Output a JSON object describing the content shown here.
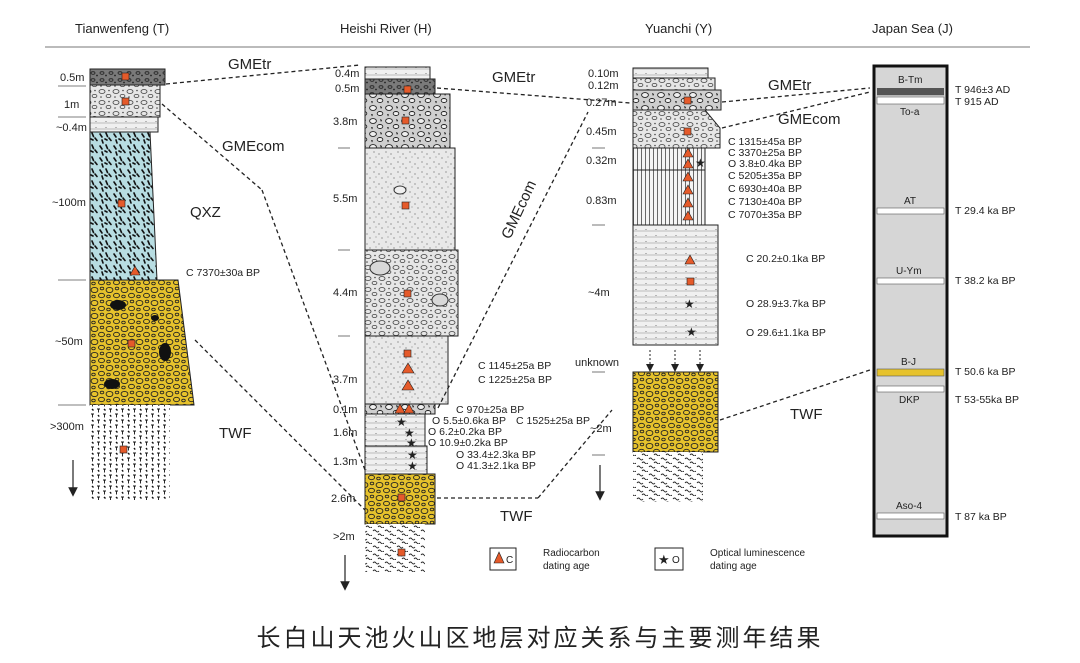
{
  "columns": {
    "t": {
      "title": "Tianwenfeng (T)",
      "thk": [
        "0.5m",
        "1m",
        "~0.4m",
        "~100m",
        "~50m",
        ">300m"
      ],
      "units": {
        "qxz": "QXZ"
      },
      "ages": [
        "C 7370±30a BP"
      ]
    },
    "h": {
      "title": "Heishi River (H)",
      "thk": [
        "0.4m",
        "0.5m",
        "3.8m",
        "5.5m",
        "4.4m",
        "3.7m",
        "0.1m",
        "1.6m",
        "1.3m",
        "2.6m",
        ">2m"
      ],
      "ages": [
        "C 1145±25a BP",
        "C 1225±25a BP",
        "C 970±25a BP",
        "C 1525±25a BP",
        "O 5.5±0.6ka BP",
        "O 6.2±0.2ka BP",
        "O 10.9±0.2ka BP",
        "O 33.4±2.3ka BP",
        "O 41.3±2.1ka BP"
      ]
    },
    "y": {
      "title": "Yuanchi (Y)",
      "thk": [
        "0.10m",
        "0.12m",
        "0.27m",
        "0.45m",
        "0.32m",
        "0.83m",
        "~4m",
        "unknown",
        "~2m"
      ],
      "ages": [
        "C 1315±45a BP",
        "C 3370±25a BP",
        "O 3.8±0.4ka BP",
        "C 5205±35a BP",
        "C 6930±40a BP",
        "C 7130±40a BP",
        "C 7070±35a BP",
        "C 20.2±0.1ka BP",
        "O 28.9±3.7ka BP",
        "O 29.6±1.1ka BP"
      ]
    },
    "j": {
      "title": "Japan Sea (J)",
      "tephra": [
        "B-Tm",
        "To-a",
        "AT",
        "U-Ym",
        "B-J",
        "DKP",
        "Aso-4"
      ],
      "ages": [
        "T 946±3 AD",
        "T 915 AD",
        "T 29.4 ka BP",
        "T 38.2 ka BP",
        "T 50.6 ka BP",
        "T 53-55ka BP",
        "T 87 ka BP"
      ]
    }
  },
  "units": {
    "gmetr": "GMEtr",
    "gmecom": "GMEcom",
    "twf": "TWF"
  },
  "legend": {
    "c_symbol": "C",
    "c_label_1": "Radiocarbon",
    "c_label_2": "dating age",
    "o_symbol": "O",
    "o_label_1": "Optical luminescence",
    "o_label_2": "dating age"
  },
  "colors": {
    "blue": "#b8dde2",
    "yellow": "#e6c22c",
    "gray": "#dcdcdc",
    "dark": "#6b6b6b",
    "mark": "#e55a2a",
    "japan": "#d6d6d6"
  },
  "caption": "长白山天池火山区地层对应关系与主要测年结果"
}
